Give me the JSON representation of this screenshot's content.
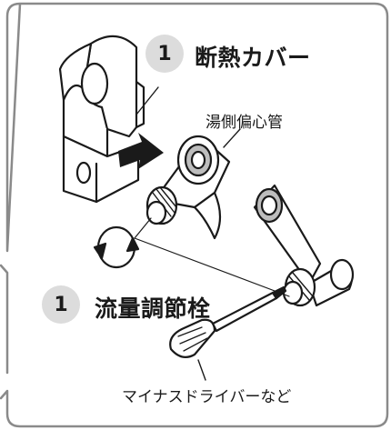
{
  "step_heat_cover": {
    "number": "1",
    "label": "断熱カバー"
  },
  "step_flow_valve": {
    "number": "1",
    "label": "流量調節栓"
  },
  "callouts": {
    "eccentric_pipe": "湯側偏心管",
    "screwdriver": "マイナスドライバーなど"
  },
  "colors": {
    "line": "#1a1a1a",
    "frame": "#8a8a8a",
    "badge": "#dcdcdc",
    "thread": "#bdbdbd"
  }
}
